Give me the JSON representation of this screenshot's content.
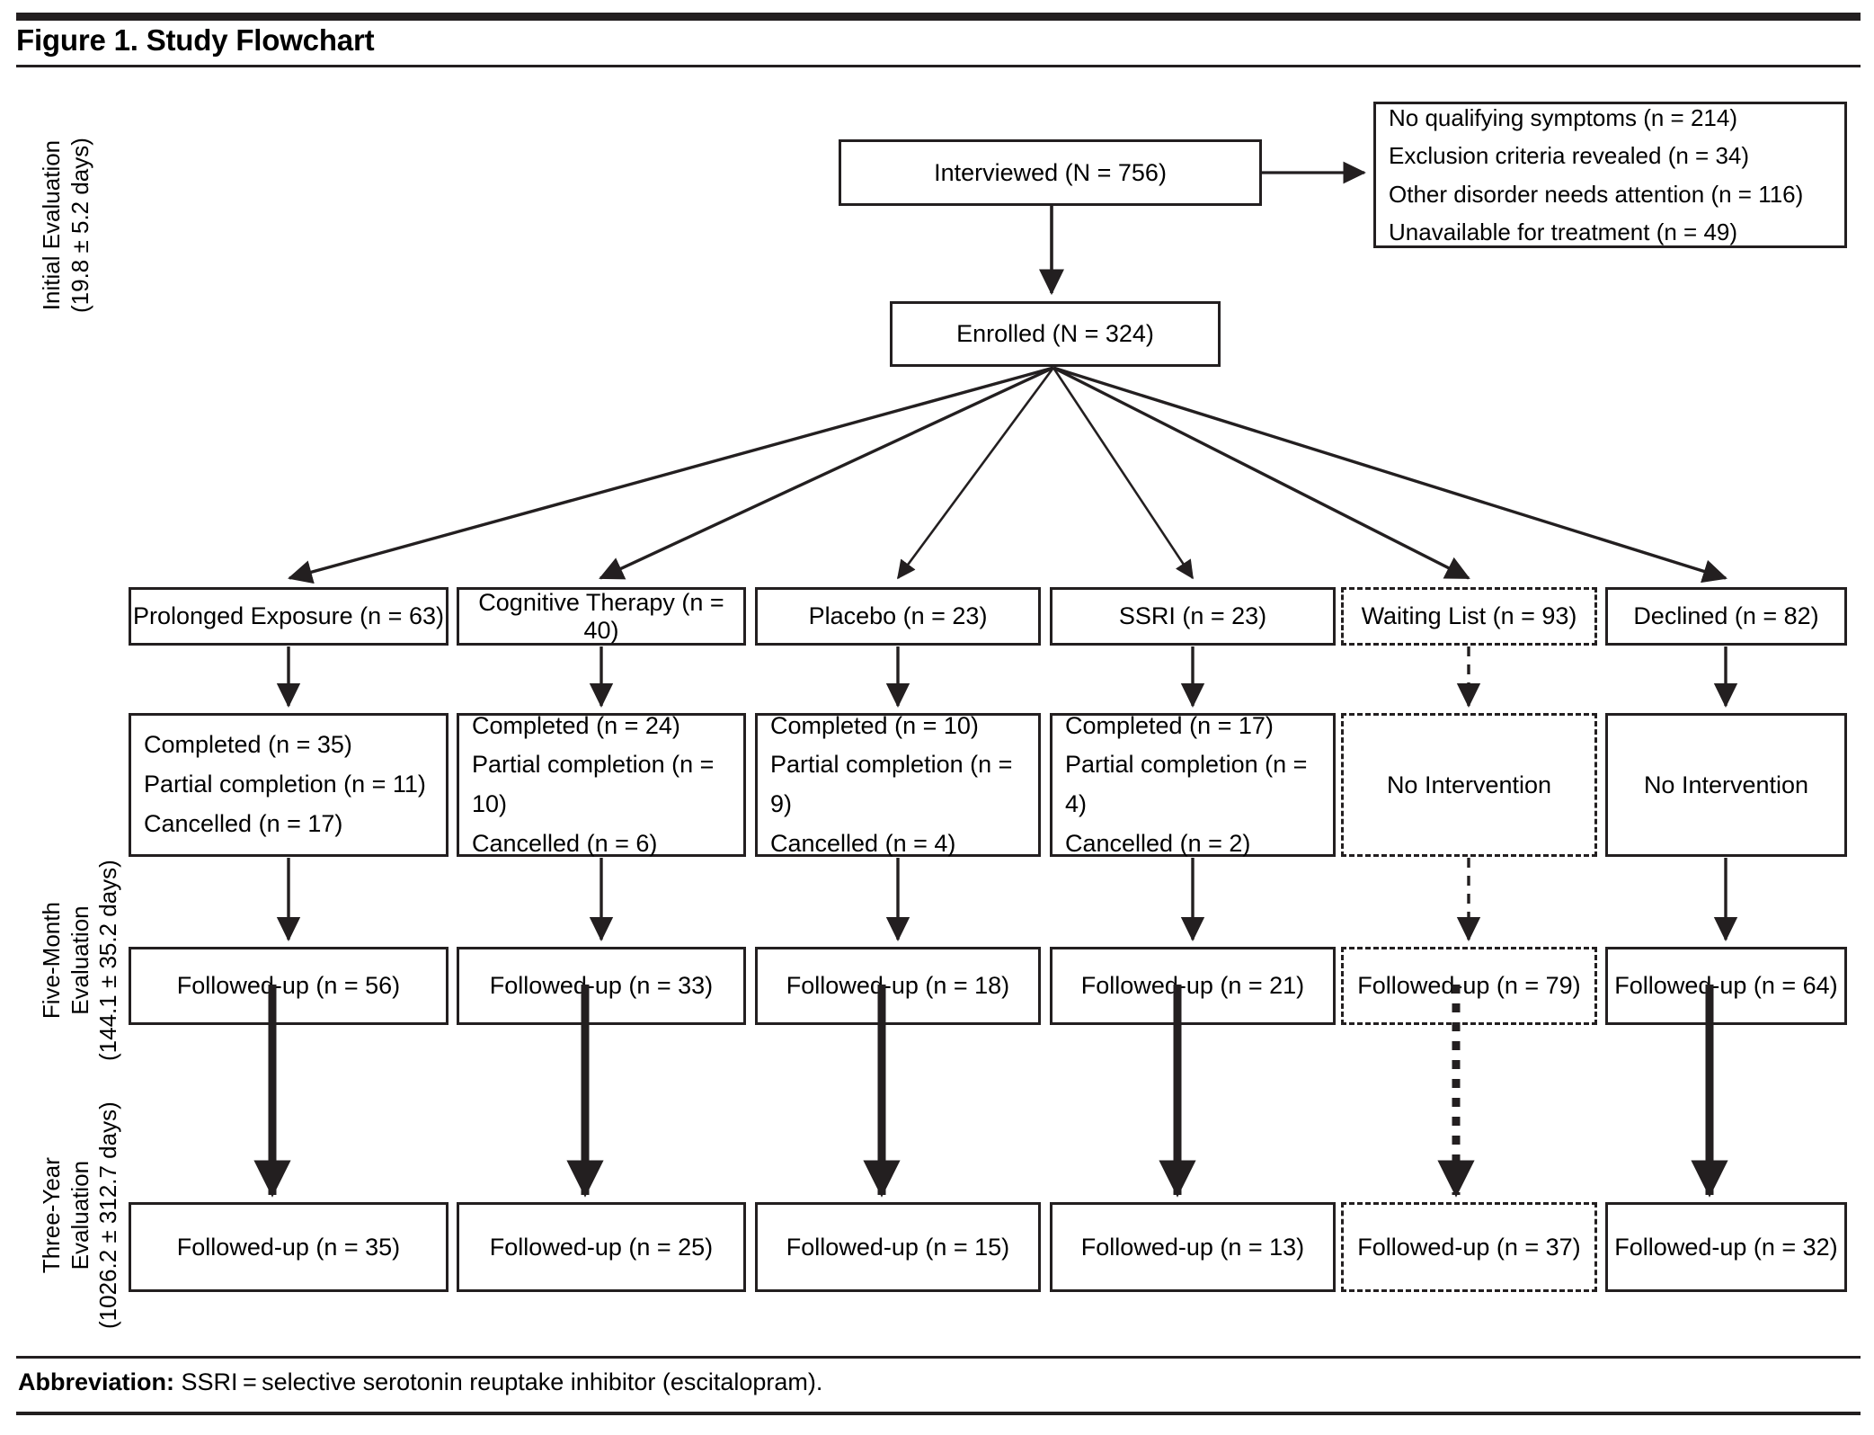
{
  "figure": {
    "title": "Figure 1. Study Flowchart",
    "footnote_label": "Abbreviation:",
    "footnote_text": " SSRI = selective serotonin reuptake inhibitor (escitalopram)."
  },
  "stages": [
    {
      "id": "initial-evaluation",
      "line1": "Initial Evaluation",
      "line2": "(19.8 ± 5.2 days)"
    },
    {
      "id": "five-month-evaluation",
      "line1": "Five-Month",
      "line2": "Evaluation",
      "line3": "(144.1 ± 35.2 days)"
    },
    {
      "id": "three-year-evaluation",
      "line1": "Three-Year",
      "line2": "Evaluation",
      "line3": "(1026.2 ± 312.7 days)"
    }
  ],
  "nodes": {
    "interviewed": "Interviewed (N = 756)",
    "enrolled": "Enrolled (N = 324)"
  },
  "exclusions": {
    "items": [
      "No qualifying symptoms (n = 214)",
      "Exclusion criteria revealed (n = 34)",
      "Other disorder needs attention (n = 116)",
      "Unavailable for treatment (n = 49)"
    ]
  },
  "arms": [
    {
      "id": "prolonged-exposure",
      "group": "Prolonged Exposure (n = 63)",
      "dashed": false,
      "detail": [
        "Completed (n = 35)",
        "Partial completion (n = 11)",
        "Cancelled (n = 17)"
      ],
      "detail_single": null,
      "five_month": "Followed-up (n = 56)",
      "three_year": "Followed-up (n = 35)"
    },
    {
      "id": "cognitive-therapy",
      "group": "Cognitive Therapy (n = 40)",
      "dashed": false,
      "detail": [
        "Completed (n = 24)",
        "Partial completion (n = 10)",
        "Cancelled (n = 6)"
      ],
      "detail_single": null,
      "five_month": "Followed-up (n = 33)",
      "three_year": "Followed-up (n = 25)"
    },
    {
      "id": "placebo",
      "group": "Placebo (n = 23)",
      "dashed": false,
      "detail": [
        "Completed (n = 10)",
        "Partial completion (n = 9)",
        "Cancelled (n = 4)"
      ],
      "detail_single": null,
      "five_month": "Followed-up (n = 18)",
      "three_year": "Followed-up (n = 15)"
    },
    {
      "id": "ssri",
      "group": "SSRI (n = 23)",
      "dashed": false,
      "detail": [
        "Completed (n = 17)",
        "Partial completion (n = 4)",
        "Cancelled (n = 2)"
      ],
      "detail_single": null,
      "five_month": "Followed-up (n = 21)",
      "three_year": "Followed-up (n = 13)"
    },
    {
      "id": "waiting-list",
      "group": "Waiting List (n = 93)",
      "dashed": true,
      "detail": null,
      "detail_single": "No Intervention",
      "five_month": "Followed-up (n = 79)",
      "three_year": "Followed-up (n = 37)"
    },
    {
      "id": "declined",
      "group": "Declined (n = 82)",
      "dashed": false,
      "detail": null,
      "detail_single": "No Intervention",
      "five_month": "Followed-up (n = 64)",
      "three_year": "Followed-up (n = 32)"
    }
  ],
  "colors": {
    "ink": "#231f20",
    "background": "#ffffff"
  }
}
